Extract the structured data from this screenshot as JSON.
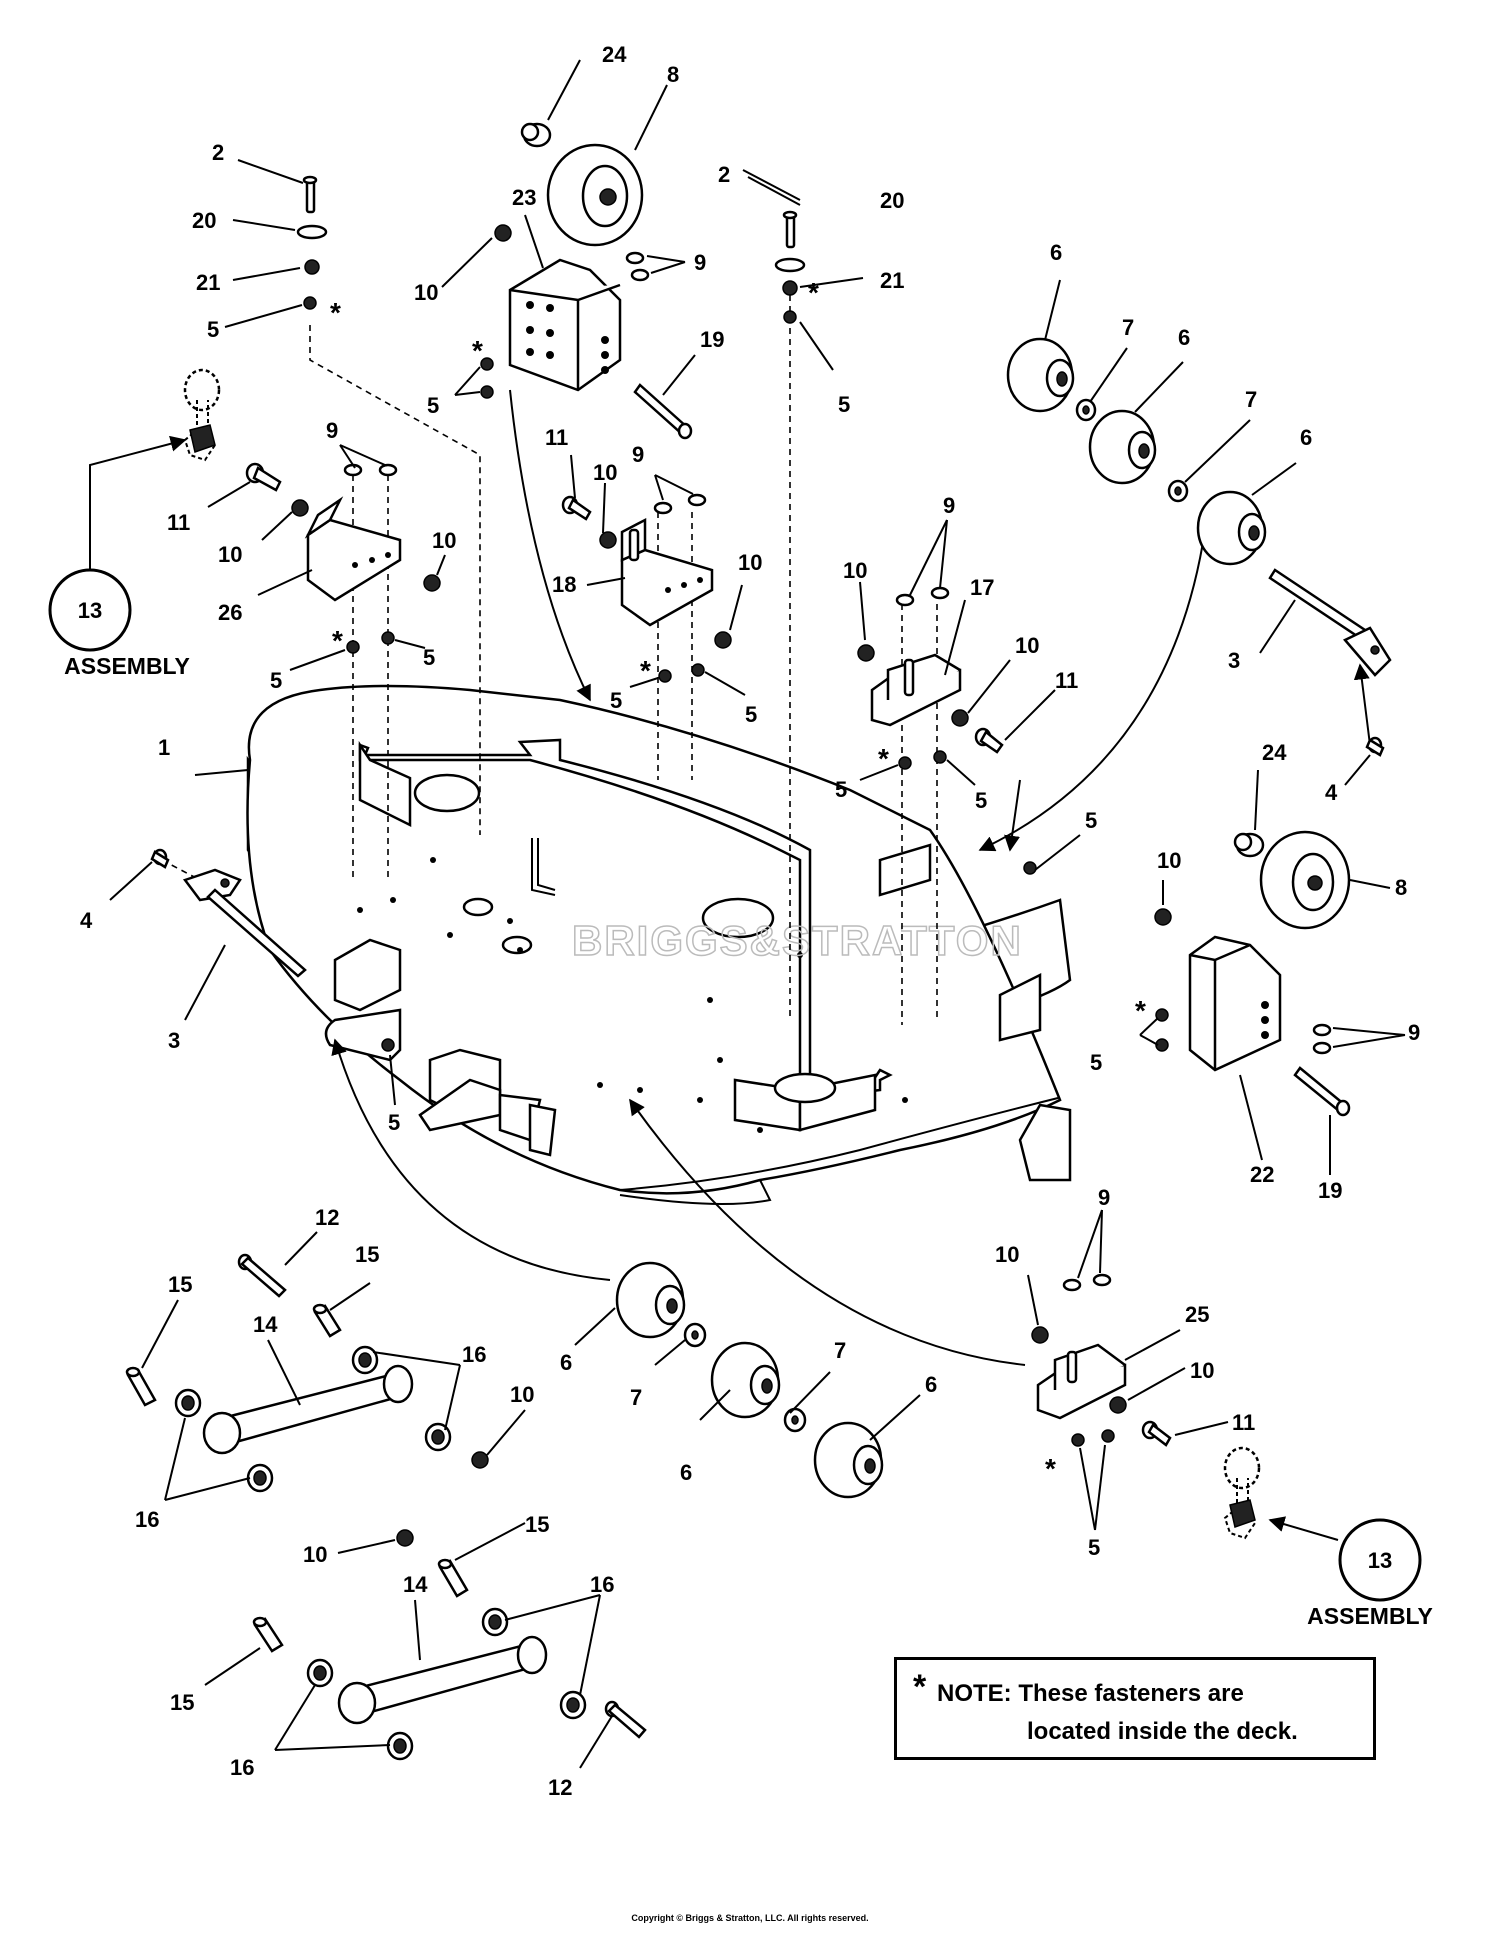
{
  "callouts": {
    "n1": "1",
    "n2": "2",
    "n3": "3",
    "n4": "4",
    "n5": "5",
    "n6": "6",
    "n7": "7",
    "n8": "8",
    "n9": "9",
    "n10": "10",
    "n11": "11",
    "n12": "12",
    "n13": "13",
    "n14": "14",
    "n15": "15",
    "n16": "16",
    "n17": "17",
    "n18": "18",
    "n19": "19",
    "n20": "20",
    "n21": "21",
    "n22": "22",
    "n23": "23",
    "n24": "24",
    "n25": "25",
    "n26": "26"
  },
  "inside_marker": "*",
  "assembly_label": "ASSEMBLY",
  "watermark": "BRIGGS&STRATTON",
  "note": {
    "marker": "*",
    "line1": "NOTE: These fasteners are",
    "line2": "located inside the deck."
  },
  "copyright": "Copyright © Briggs & Stratton, LLC. All rights reserved."
}
